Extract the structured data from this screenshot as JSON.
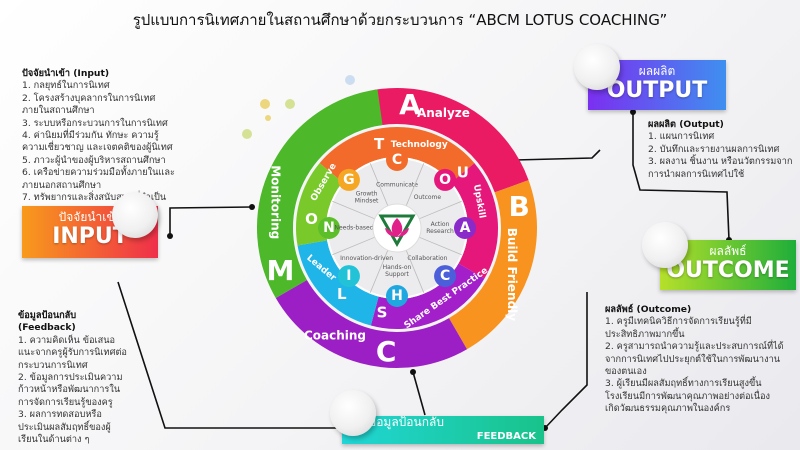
{
  "title": "รูปแบบการนิเทศภายในสถานศึกษาด้วยกระบวนการ  “ABCM LOTUS COACHING”",
  "input": {
    "heading": "ปัจจัยนำเข้า (Input)",
    "items": [
      "1. กลยุทธ์ในการนิเทศ",
      "2. โครงสร้างบุคลากรในการนิเทศภายในสถานศึกษา",
      "3. ระบบหรือกระบวนการในการนิเทศ",
      "4. ค่านิยมที่มีร่วมกัน ทักษะ ความรู้ ความเชี่ยวชาญ และเจตคติของผู้นิเทศ",
      "5. ภาวะผู้นำของผู้บริหารสถานศึกษา",
      "6. เครือข่ายความร่วมมือทั้งภายในและภายนอกสถานศึกษา",
      "7. ทรัพยากรและสิ่งสนับสนุนที่จำเป็น"
    ],
    "box_th": "ปัจจัยนำเข้า",
    "box_en": "INPUT"
  },
  "output": {
    "heading": "ผลผลิต (Output)",
    "items": [
      "1. แผนการนิเทศ",
      "2. บันทึกและรายงานผลการนิเทศ",
      "3. ผลงาน ชิ้นงาน หรือนวัตกรรมจากการนำผลการนิเทศไปใช้"
    ],
    "box_th": "ผลผลิต",
    "box_en": "OUTPUT"
  },
  "outcome": {
    "heading": "ผลลัพธ์ (Outcome)",
    "items": [
      "1. ครูมีเทคนิควิธีการจัดการเรียนรู้ที่มีประสิทธิภาพมากขึ้น",
      "2. ครูสามารถนำความรู้และประสบการณ์ที่ได้จากการนิเทศไปประยุกต์ใช้ในการพัฒนางานของตนเอง",
      "3. ผู้เรียนมีผลสัมฤทธิ์ทางการเรียนสูงขึ้น โรงเรียนมีการพัฒนาคุณภาพอย่างต่อเนื่อง เกิดวัฒนธรรมคุณภาพในองค์กร"
    ],
    "box_th": "ผลลัพธ์",
    "box_en": "OUTCOME"
  },
  "feedback": {
    "heading": "ข้อมูลป้อนกลับ (Feedback)",
    "items": [
      "1. ความคิดเห็น ข้อเสนอแนะจากครูผู้รับการนิเทศต่อกระบวนการนิเทศ",
      "2. ข้อมูลการประเมินความก้าวหน้าหรือพัฒนาการในการจัดการเรียนรู้ของครู",
      "3. ผลการทดสอบหรือประเมินผลสัมฤทธิ์ของผู้เรียนในด้านต่าง ๆ"
    ],
    "box_th": "ข้อมูลป้อนกลับ",
    "box_en": "FEEDBACK"
  },
  "wheel": {
    "outer": [
      {
        "letter": "A",
        "label": "Analyze",
        "color": "#ea1a63"
      },
      {
        "letter": "B",
        "label": "Build Friendly",
        "color": "#f7931e"
      },
      {
        "letter": "C",
        "label": "Coaching",
        "color": "#9b1fc4"
      },
      {
        "letter": "M",
        "label": "Monitoring",
        "color": "#4cb82a"
      }
    ],
    "middle": [
      {
        "letter": "T",
        "label": "Technology",
        "color": "#f26b2a"
      },
      {
        "letter": "U",
        "label": "Upskill",
        "color": "#e6177a"
      },
      {
        "letter": "S",
        "label": "Share Best Practice",
        "color": "#a21fc9"
      },
      {
        "letter": "L",
        "label": "Leader",
        "color": "#1fb5e8"
      },
      {
        "letter": "O",
        "label": "Observe",
        "color": "#7ac92a"
      }
    ],
    "gear": [
      {
        "letter": "C",
        "label": "Communicate",
        "color": "#f26b2a"
      },
      {
        "letter": "O",
        "label": "Outcome",
        "color": "#e6177a"
      },
      {
        "letter": "A",
        "label": "Action Research",
        "color": "#8a2bc9"
      },
      {
        "letter": "C",
        "label": "Collaboration",
        "color": "#4a5fd9"
      },
      {
        "letter": "H",
        "label": "Hands-on Support",
        "color": "#1fa8e0"
      },
      {
        "letter": "I",
        "label": "Innovation-driven",
        "color": "#22c3d6"
      },
      {
        "letter": "N",
        "label": "Needs-based",
        "color": "#5cbf2a"
      },
      {
        "letter": "G",
        "label": "Growth Mindset",
        "color": "#f5a623"
      }
    ]
  }
}
